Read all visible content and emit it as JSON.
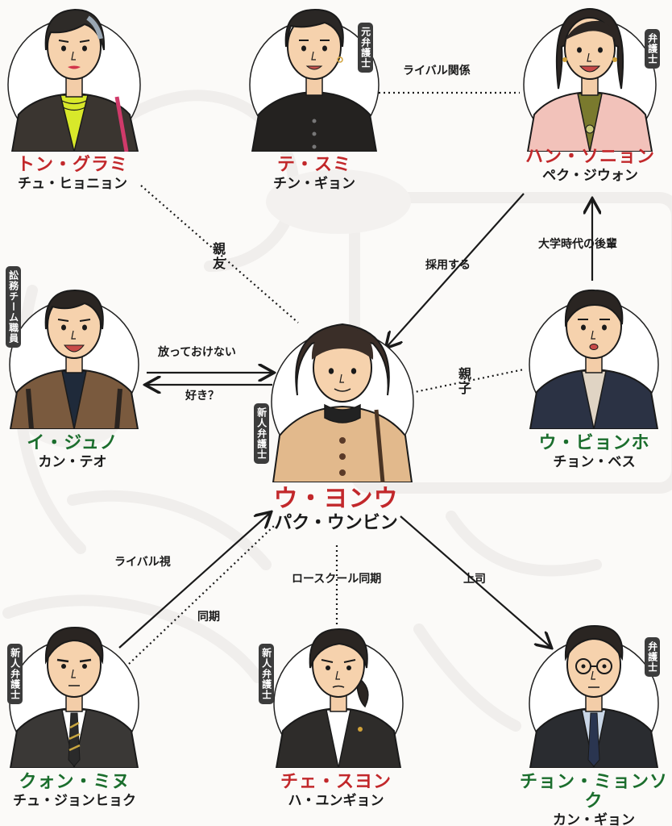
{
  "colors": {
    "red_name": "#c2282b",
    "green_name": "#1b6e2d",
    "badge_bg": "#3c3c3c",
    "line": "#1a1a1a"
  },
  "characters": {
    "tong_grami": {
      "name": "トン・グラミ",
      "actor": "チュ・ヒョニョン",
      "color": "red"
    },
    "te_sumi": {
      "name": "テ・スミ",
      "actor": "チン・ギョン",
      "color": "red",
      "role": "元弁護士"
    },
    "han_sonyon": {
      "name": "ハン・ソニョン",
      "actor": "ペク・ジウォン",
      "color": "red",
      "role": "弁護士"
    },
    "i_juno": {
      "name": "イ・ジュノ",
      "actor": "カン・テオ",
      "color": "green",
      "role": "訟務チーム職員"
    },
    "u_yonu": {
      "name": "ウ・ヨンウ",
      "actor": "パク・ウンビン",
      "color": "red",
      "role": "新人弁護士"
    },
    "u_byonho": {
      "name": "ウ・ビョンホ",
      "actor": "チョン・ベス",
      "color": "green"
    },
    "kwon_minu": {
      "name": "クォン・ミヌ",
      "actor": "チュ・ジョンヒョク",
      "color": "green",
      "role": "新人弁護士"
    },
    "che_suyon": {
      "name": "チェ・スヨン",
      "actor": "ハ・ユンギョン",
      "color": "red",
      "role": "新人弁護士"
    },
    "jong_myonsok": {
      "name": "チョン・ミョンソク",
      "actor": "カン・ギョン",
      "color": "green",
      "role": "弁護士"
    }
  },
  "relations": {
    "best_friend": "親友",
    "rival_relation": "ライバル関係",
    "hired": "採用する",
    "junior": "大学時代の後輩",
    "cant_leave": "放っておけない",
    "likes": "好き？",
    "parent_child": "親子",
    "rival_view": "ライバル視",
    "same_year": "同期",
    "law_school": "ロースクール同期",
    "boss": "上司"
  }
}
